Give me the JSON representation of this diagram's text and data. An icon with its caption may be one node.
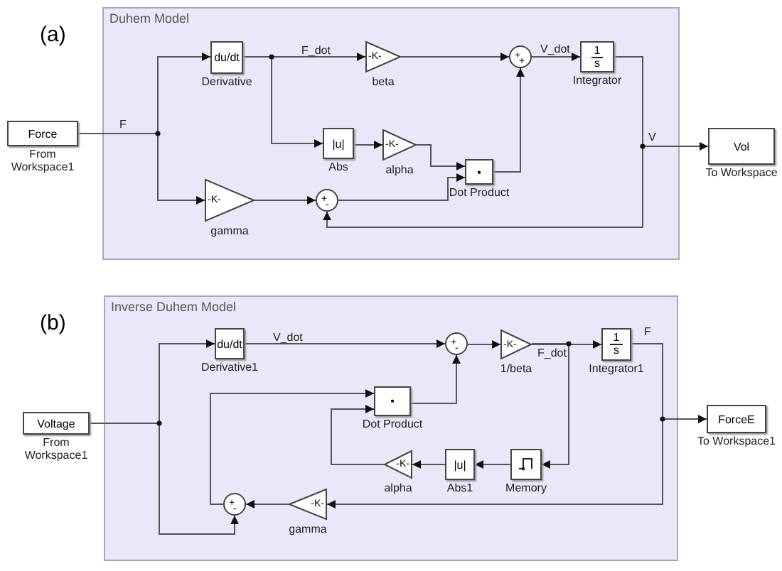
{
  "diagram": {
    "nodes": [
      {
        "text": [
          "Duhem Model"
        ]
      },
      {
        "text": [
          "Force"
        ],
        "beside": [
          "From Workspace1"
        ]
      },
      {
        "text": [
          "du/dt"
        ],
        "in": 0,
        "beside": [
          "Derivative"
        ]
      },
      {
        "text": [
          "-K-"
        ],
        "in": 0,
        "beside": [
          "beta"
        ]
      },
      {
        "text": [
          "+",
          "+"
        ],
        "in": 0
      },
      {
        "text": [
          "1",
          "s"
        ],
        "in": 0,
        "beside": [
          "Integrator"
        ]
      },
      {
        "text": [
          "|u|"
        ],
        "in": 0,
        "beside": [
          "Abs"
        ]
      },
      {
        "text": [
          "-K-"
        ],
        "in": 0,
        "beside": [
          "alpha"
        ]
      },
      {
        "text": [
          "•"
        ],
        "in": 0,
        "beside": [
          "Dot Product"
        ]
      },
      {
        "text": [
          "-K-"
        ],
        "in": 0,
        "beside": [
          "gamma"
        ]
      },
      {
        "text": [
          "+",
          "-"
        ],
        "in": 0
      },
      {
        "text": [
          "Vol"
        ],
        "beside": [
          "To Workspace"
        ]
      },
      {
        "text": [
          "Inverse Duhem Model"
        ]
      },
      {
        "text": [
          "Voltage"
        ],
        "beside": [
          "From Workspace1"
        ]
      },
      {
        "text": [
          "du/dt"
        ],
        "in": 12,
        "beside": [
          "Derivative1"
        ]
      },
      {
        "text": [
          "+",
          "-"
        ],
        "in": 12
      },
      {
        "text": [
          "-K-"
        ],
        "in": 12,
        "beside": [
          "1/beta"
        ]
      },
      {
        "text": [
          "1",
          "s"
        ],
        "in": 12,
        "beside": [
          "Integrator1"
        ]
      },
      {
        "text": [
          "•"
        ],
        "in": 12,
        "beside": [
          "Dot Product"
        ]
      },
      {
        "text": [],
        "shape": "box",
        "in": 12,
        "beside": [
          "Memory"
        ]
      },
      {
        "text": [
          "|u|"
        ],
        "in": 12,
        "beside": [
          "Abs1"
        ]
      },
      {
        "text": [
          "-K-"
        ],
        "in": 12,
        "beside": [
          "alpha"
        ]
      },
      {
        "text": [
          "-K-"
        ],
        "in": 12,
        "beside": [
          "gamma"
        ]
      },
      {
        "text": [
          "+",
          "-"
        ],
        "in": 12
      },
      {
        "text": [
          "ForceE"
        ],
        "beside": [
          "To Workspace1"
        ]
      }
    ],
    "edges": [
      {
        "from": 1,
        "to": 2,
        "arrow": "to",
        "label": "F"
      },
      {
        "from": 1,
        "to": 9,
        "arrow": "to"
      },
      {
        "from": 2,
        "to": 3,
        "arrow": "to",
        "label": "F_dot"
      },
      {
        "from": 2,
        "to": 6,
        "arrow": "to"
      },
      {
        "from": 3,
        "to": 4,
        "arrow": "to"
      },
      {
        "from": 6,
        "to": 7,
        "arrow": "to"
      },
      {
        "from": 7,
        "to": 8,
        "arrow": "to"
      },
      {
        "from": 10,
        "to": 8,
        "arrow": "to"
      },
      {
        "from": 8,
        "to": 4,
        "arrow": "to"
      },
      {
        "from": 4,
        "to": 5,
        "arrow": "to",
        "label": "V_dot"
      },
      {
        "from": 5,
        "to": 11,
        "arrow": "to",
        "label": "V"
      },
      {
        "from": 5,
        "to": 10,
        "arrow": "to"
      },
      {
        "from": 9,
        "to": 10,
        "arrow": "to"
      },
      {
        "from": 13,
        "to": 14,
        "arrow": "to"
      },
      {
        "from": 13,
        "to": 23,
        "arrow": "to"
      },
      {
        "from": 14,
        "to": 15,
        "arrow": "to",
        "label": "V_dot"
      },
      {
        "from": 15,
        "to": 16,
        "arrow": "to"
      },
      {
        "from": 16,
        "to": 17,
        "arrow": "to",
        "label": "F_dot"
      },
      {
        "from": 16,
        "to": 19,
        "arrow": "to"
      },
      {
        "from": 17,
        "to": 24,
        "arrow": "to",
        "label": "F"
      },
      {
        "from": 17,
        "to": 22,
        "arrow": "to"
      },
      {
        "from": 22,
        "to": 23,
        "arrow": "to"
      },
      {
        "from": 23,
        "to": 18,
        "arrow": "to"
      },
      {
        "from": 19,
        "to": 20,
        "arrow": "to"
      },
      {
        "from": 20,
        "to": 21,
        "arrow": "to"
      },
      {
        "from": 21,
        "to": 18,
        "arrow": "to"
      },
      {
        "from": 18,
        "to": 15,
        "arrow": "to"
      }
    ],
    "labels": [
      "(a)",
      "(b)"
    ]
  }
}
